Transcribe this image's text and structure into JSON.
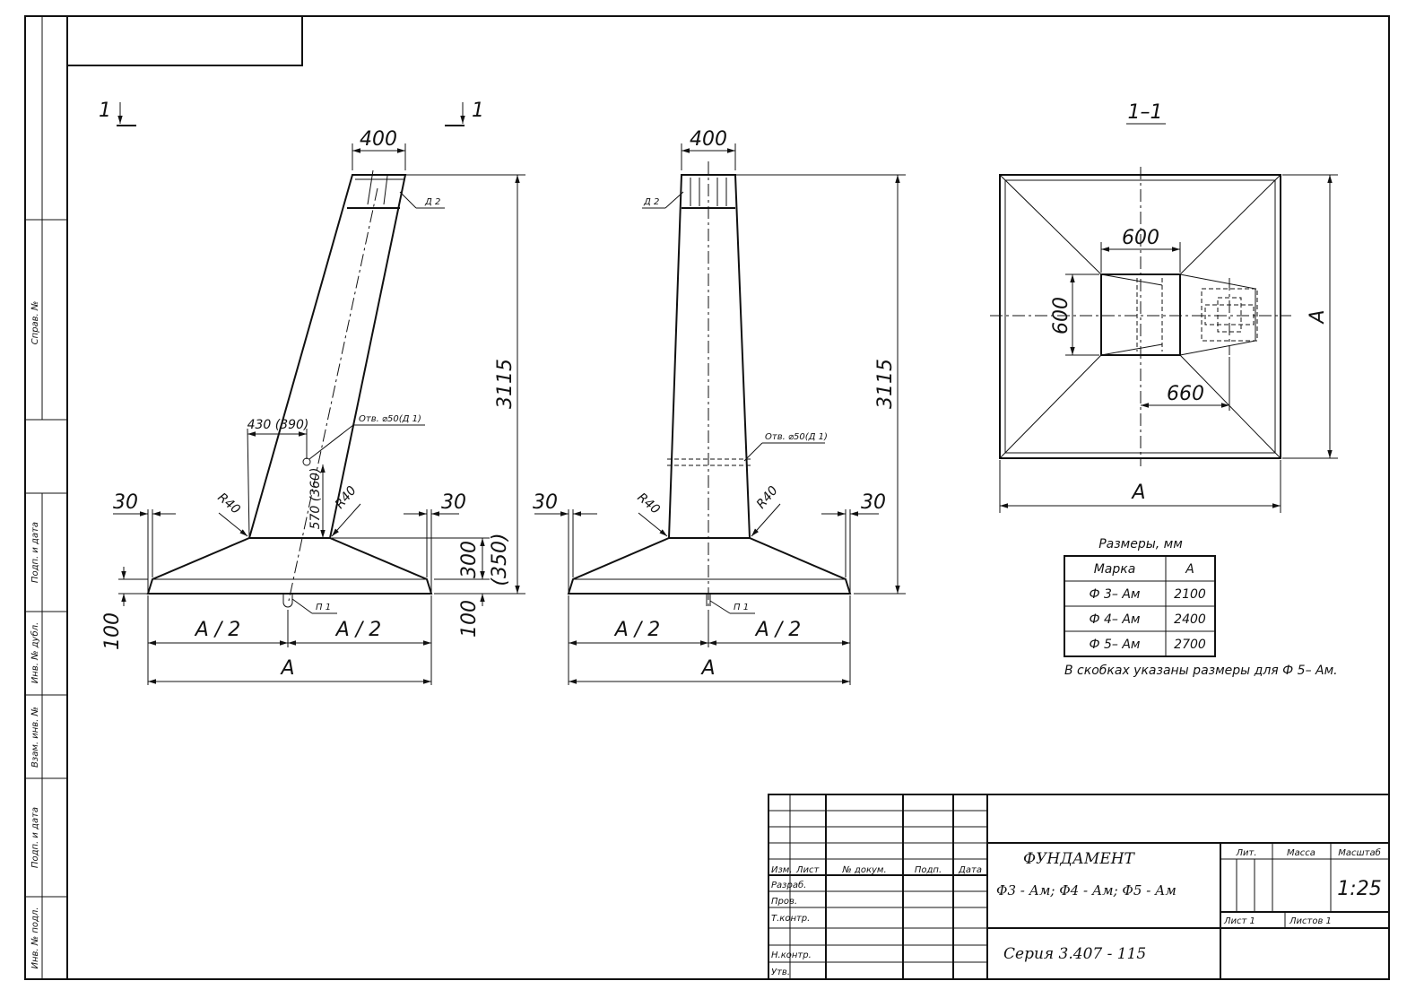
{
  "frame_labels": {
    "sprav_no": "Справ. №",
    "podp_data_1": "Подп. и дата",
    "inv_dubl": "Инв. № дубл.",
    "vzam_inv": "Взам. инв. №",
    "podp_data_2": "Подп. и дата",
    "inv_podl": "Инв. № подл."
  },
  "section_marks": {
    "left": "1",
    "right": "1",
    "section_view_title": "1–1"
  },
  "view_left": {
    "top_width": "400",
    "height": "3115",
    "d2": "Д 2",
    "offset": "430 (390)",
    "hole": "Отв. ⌀50(Д 1)",
    "hole_height": "570 (360)",
    "r_left": "R40",
    "r_right": "R40",
    "m_left": "30",
    "m_right": "30",
    "slope_h": "300",
    "slope_h_alt": "(350)",
    "base_h_left": "100",
    "base_h_right": "100",
    "p1": "П 1",
    "half_left": "A / 2",
    "half_right": "A / 2",
    "total": "A"
  },
  "view_mid": {
    "top_width": "400",
    "height": "3115",
    "d2": "Д 2",
    "hole": "Отв. ⌀50(Д 1)",
    "r_left": "R40",
    "r_right": "R40",
    "m_left": "30",
    "m_right": "30",
    "p1": "П 1",
    "half_left": "A / 2",
    "half_right": "A / 2",
    "total": "A"
  },
  "view_section": {
    "dim_600_top": "600",
    "dim_600_left": "600",
    "dim_660": "660",
    "dim_a_right": "A",
    "dim_a_bottom": "A"
  },
  "sizes_table": {
    "caption": "Размеры, мм",
    "header": [
      "Марка",
      "A"
    ],
    "rows": [
      [
        "Ф 3– Ам",
        "2100"
      ],
      [
        "Ф 4– Ам",
        "2400"
      ],
      [
        "Ф 5– Ам",
        "2700"
      ]
    ],
    "note": "В скобках указаны размеры для Ф 5– Ам."
  },
  "title_block": {
    "col_izm": "Изм.",
    "col_list": "Лист",
    "col_dokum": "№ докум.",
    "col_podp": "Подп.",
    "col_data": "Дата",
    "row_razrab": "Разраб.",
    "row_prov": "Пров.",
    "row_tkontr": "Т.контр.",
    "row_nkontr": "Н.контр.",
    "row_utv": "Утв.",
    "name": "ФУНДАМЕНТ",
    "marks": "Ф3 - Ам; Ф4 - Ам; Ф5 - Ам",
    "series": "Серия 3.407 - 115",
    "lit_label": "Лит.",
    "massa_label": "Масса",
    "masshtab_label": "Масштаб",
    "scale": "1:25",
    "list": "Лист 1",
    "listov": "Листов 1"
  }
}
